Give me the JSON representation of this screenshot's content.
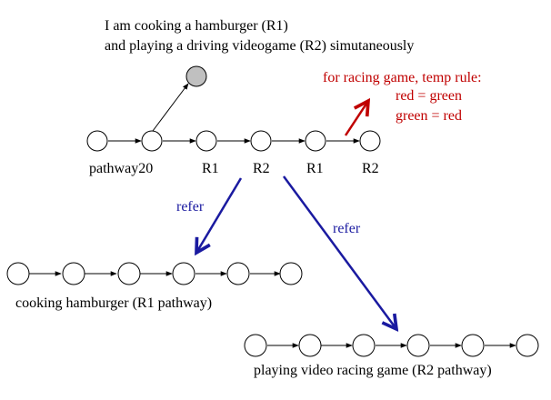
{
  "title_lines": [
    "I am cooking a hamburger (R1)",
    "and playing a driving videogame (R2) simutaneously"
  ],
  "temp_rule_lines": [
    "for racing game, temp rule:",
    "red = green",
    "green = red"
  ],
  "main_chain_labels": [
    "pathway20",
    "R1",
    "R2",
    "R1",
    "R2"
  ],
  "refer_labels": [
    "refer",
    "refer"
  ],
  "cooking_label": "cooking hamburger (R1 pathway)",
  "racing_label": "playing video racing game (R2 pathway)",
  "colors": {
    "text": "#000000",
    "rule": "#c00000",
    "refer": "#1a1aa0",
    "node_fill": "#ffffff",
    "highlight_node_fill": "#c0c0c0"
  }
}
